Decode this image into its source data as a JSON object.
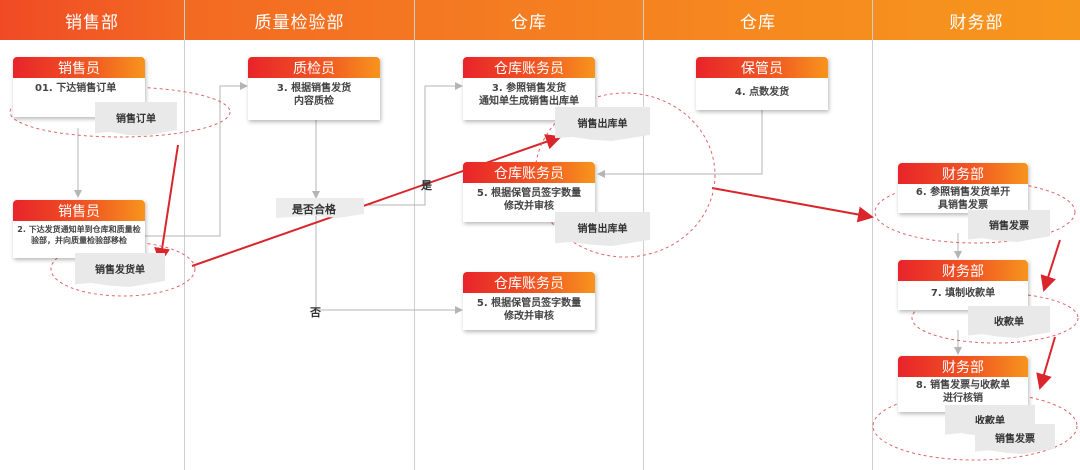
{
  "lanes": [
    "销售部",
    "质量检验部",
    "仓库",
    "仓库",
    "财务部"
  ],
  "colors": {
    "header_start": "#e8242a",
    "header_end": "#f7941d",
    "arrow_red": "#d9252b",
    "arrow_gray": "#b5b5b5",
    "ellipse": "#e06666"
  },
  "nodes": [
    {
      "title": "销售员",
      "text": "01. 下达销售订单"
    },
    {
      "title": "销售员",
      "text": "2. 下达发货通知单到仓库和质量检验部，并向质量检验部移检"
    },
    {
      "title": "质检员",
      "text": "3. 根据销售发货\n内容质检"
    },
    {
      "title": "仓库账务员",
      "text": "3. 参照销售发货\n通知单生成销售出库单"
    },
    {
      "title": "仓库账务员",
      "text": "5. 根据保管员签字数量\n修改并审核"
    },
    {
      "title": "仓库账务员",
      "text": "5. 根据保管员签字数量\n修改并审核"
    },
    {
      "title": "保管员",
      "text": "4. 点数发货"
    },
    {
      "title": "财务部",
      "text": "6. 参照销售发货单开\n具销售发票"
    },
    {
      "title": "财务部",
      "text": "7. 填制收款单"
    },
    {
      "title": "财务部",
      "text": "8. 销售发票与收款单\n进行核销"
    }
  ],
  "docs": [
    "销售订单",
    "销售发货单",
    "销售出库单",
    "销售出库单",
    "销售发票",
    "收款单",
    "收款单",
    "销售发票"
  ],
  "labels": {
    "decision": "是否合格",
    "yes": "是",
    "no": "否"
  }
}
